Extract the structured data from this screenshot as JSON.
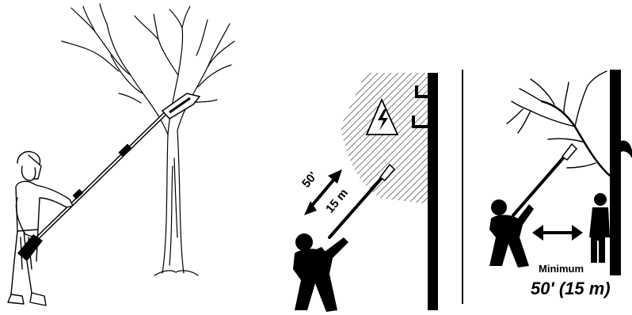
{
  "panels": {
    "left": {
      "illustration": "operator-using-pole-saw-on-tree"
    },
    "middle": {
      "distance_feet": "50'",
      "distance_meters": "15 m",
      "warning_icon": "high-voltage-icon"
    },
    "right": {
      "minimum_label": "Minimum",
      "distance_label": "50' (15 m)"
    }
  },
  "colors": {
    "ink": "#000000",
    "paper": "#ffffff",
    "hatch": "#555555"
  }
}
